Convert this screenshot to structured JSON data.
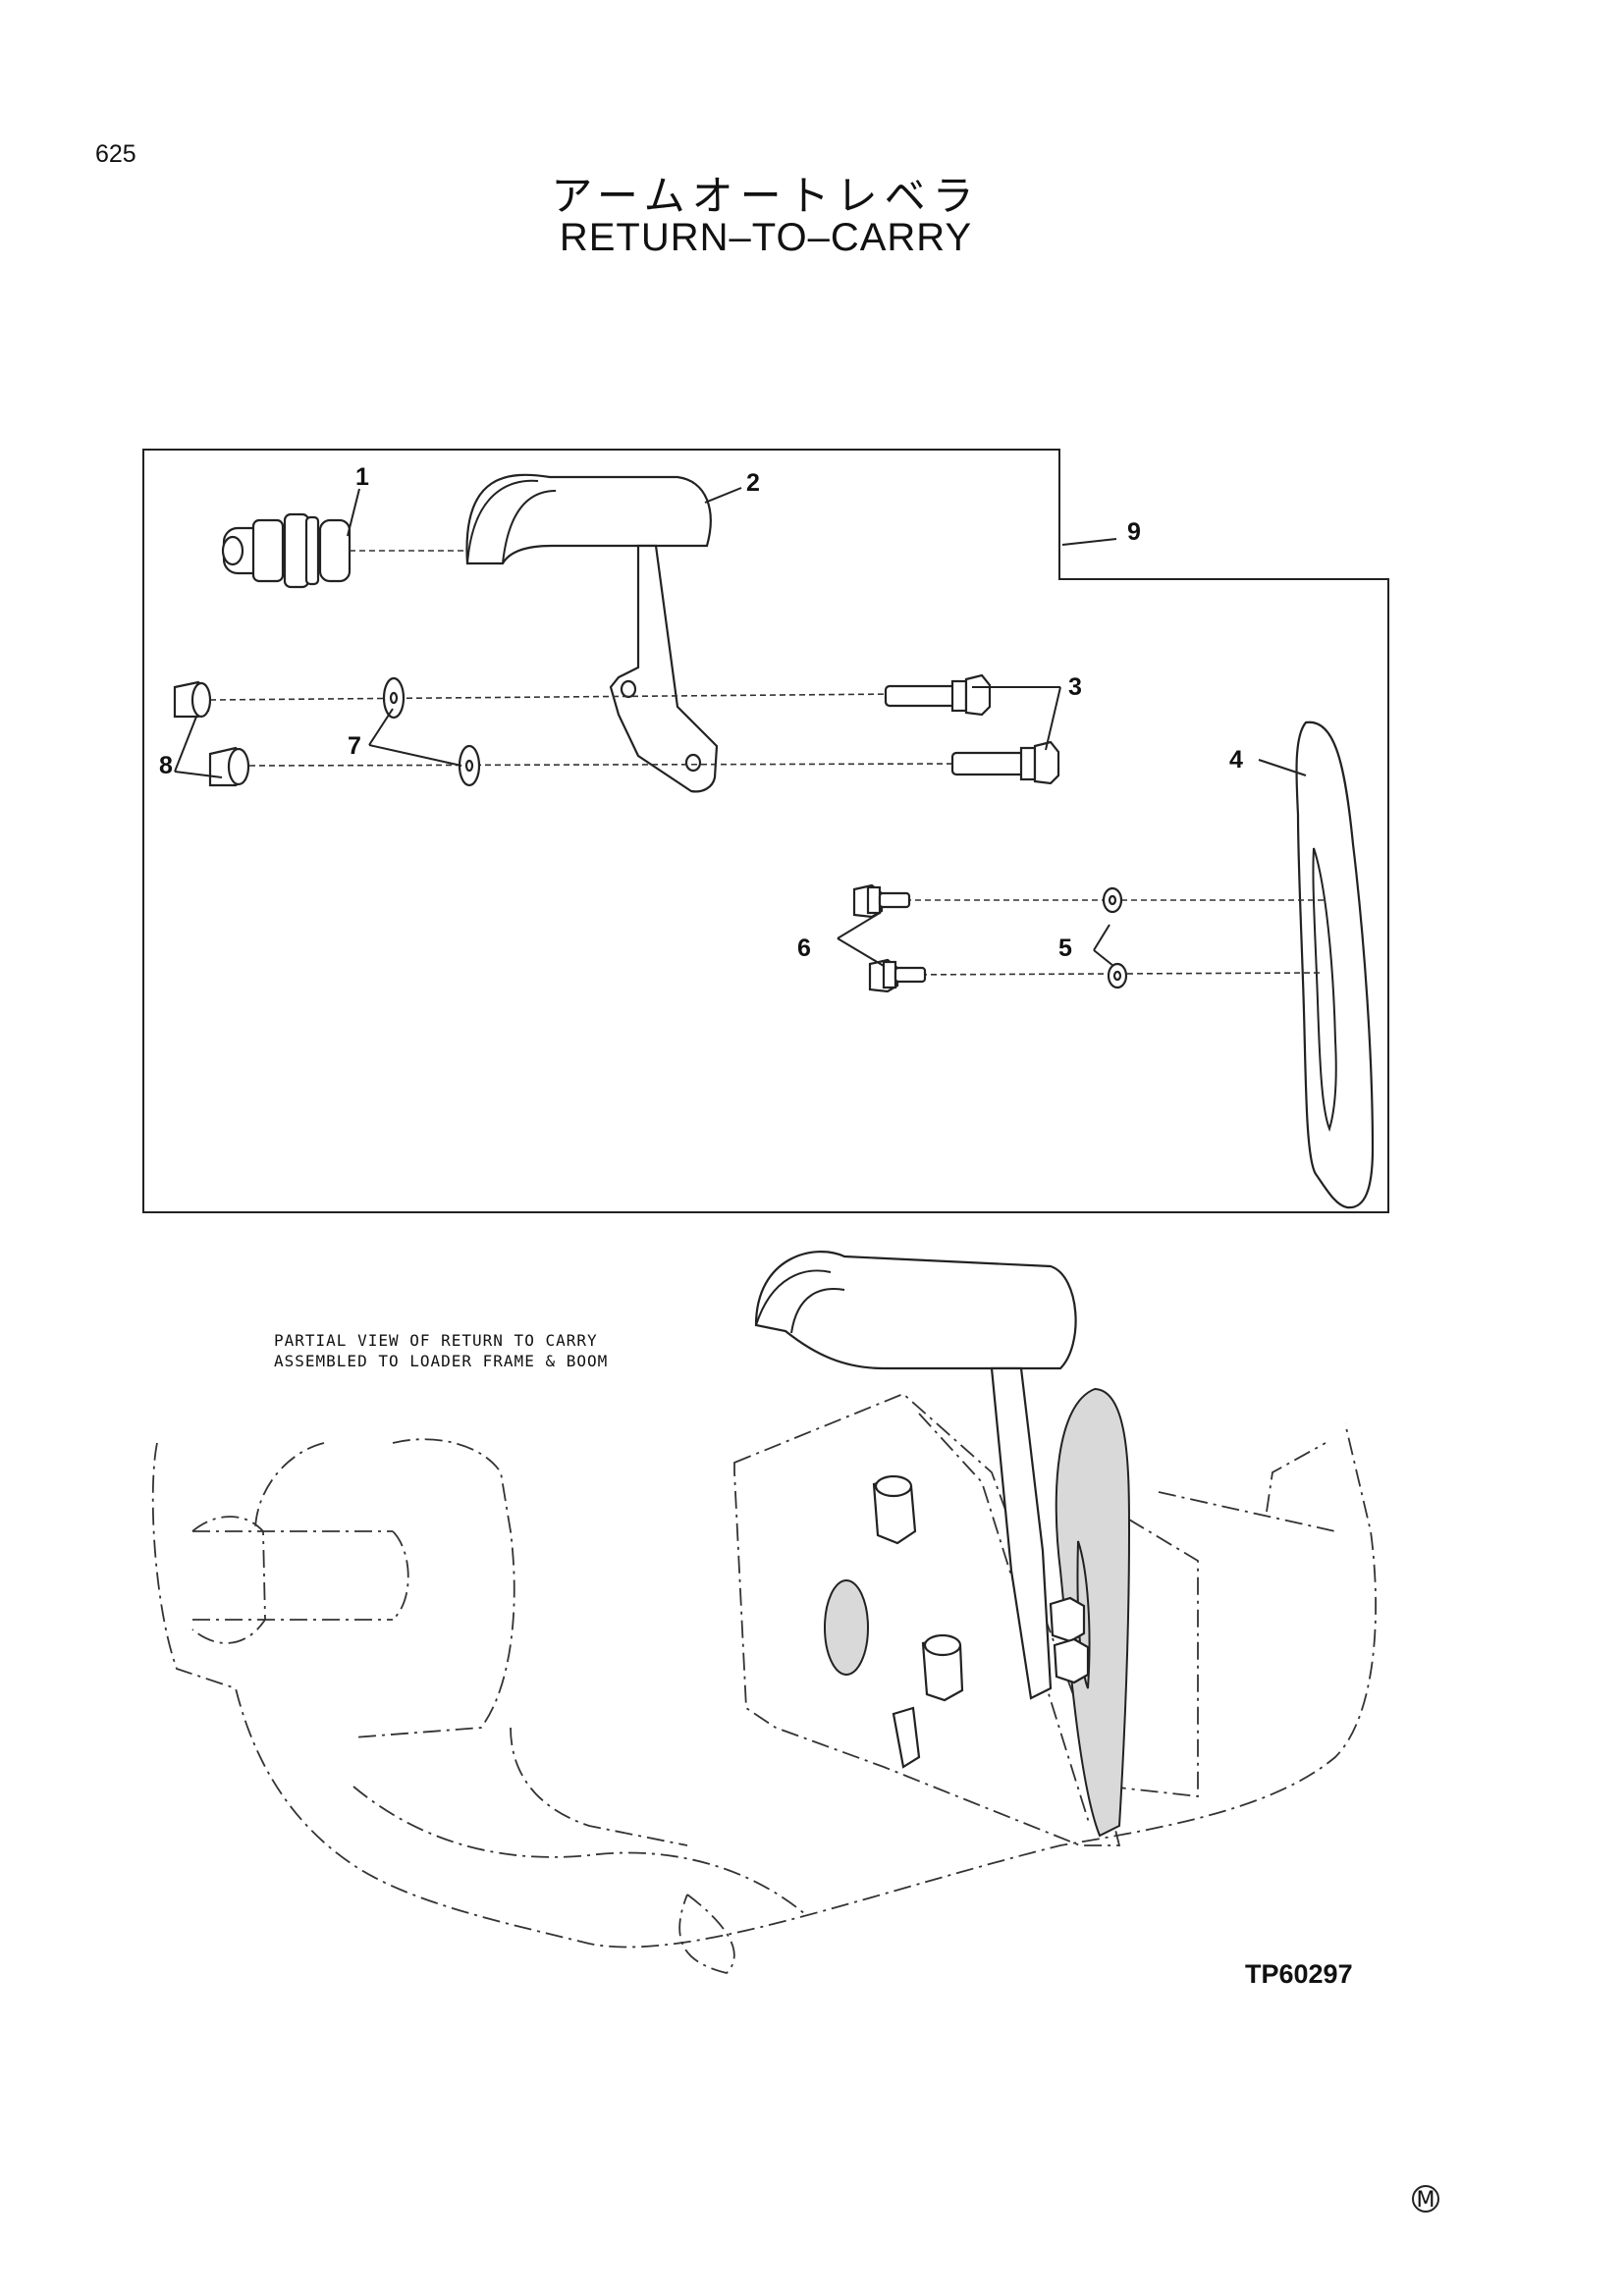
{
  "page_number": "625",
  "title_jp": "アームオートレベラ",
  "title_en": "RETURN–TO–CARRY",
  "callouts": [
    "1",
    "2",
    "3",
    "4",
    "5",
    "6",
    "7",
    "8",
    "9"
  ],
  "partial_view_note": [
    "PARTIAL VIEW OF RETURN TO CARRY",
    "ASSEMBLED TO LOADER FRAME & BOOM"
  ],
  "figure_ref": "TP60297",
  "corner_mark": "M"
}
